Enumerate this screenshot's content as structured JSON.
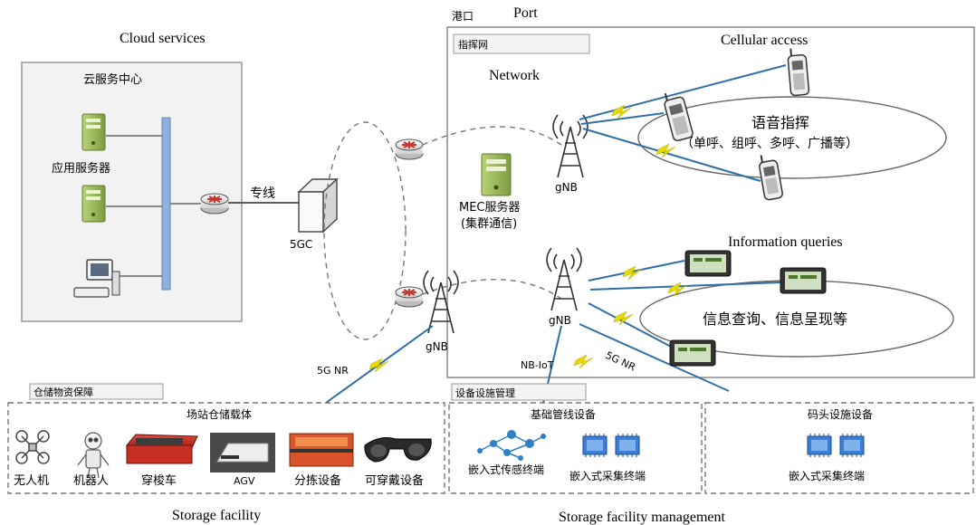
{
  "labels": {
    "port_cn": "港口",
    "port_en": "Port",
    "cloud_services": "Cloud services",
    "cloud_center_cn": "云服务中心",
    "app_server_cn": "应用服务器",
    "dedicated_line_cn": "专线",
    "core_5gc": "5GC",
    "command_network_cn": "指挥网",
    "network_en": "Network",
    "cellular_access_en": "Cellular access",
    "voice_command_cn": "语音指挥",
    "voice_command_detail_cn": "（单呼、组呼、多呼、广播等）",
    "mec_server_cn": "MEC服务器",
    "cluster_comm_cn": "(集群通信)",
    "gnb_upper": "gNB",
    "gnb_middle": "gNB",
    "gnb_lower": "gNB",
    "information_queries_en": "Information queries",
    "info_query_cn": "信息查询、信息呈现等",
    "nr_5g_left": "5G NR",
    "nr_5g_right": "5G NR",
    "nb_iot": "NB-IoT",
    "storage_guarantee_cn": "仓储物资保障",
    "facility_mgmt_cn": "设备设施管理",
    "station_storage_cn": "场站仓储载体",
    "pipeline_equipment_cn": "基础管线设备",
    "dock_equipment_cn": "码头设施设备",
    "drone_cn": "无人机",
    "robot_cn": "机器人",
    "shuttle_cn": "穿梭车",
    "agv": "AGV",
    "sorting_cn": "分拣设备",
    "wearable_cn": "可穿戴设备",
    "embedded_sensor_cn": "嵌入式传感终端",
    "embedded_collect_cn": "嵌入式采集终端",
    "embedded_collect2_cn": "嵌入式采集终端",
    "storage_facility_en": "Storage facility",
    "storage_facility_mgmt_en": "Storage facility management"
  },
  "icons": {
    "server": "server-icon",
    "router": "router-icon",
    "core": "core-network-icon",
    "tower": "cell-tower-icon",
    "phone": "handheld-radio-icon",
    "tablet": "tablet-terminal-icon",
    "computer": "computer-icon",
    "chip": "chip-icon",
    "sensor": "sensor-network-icon"
  },
  "colors": {
    "server_green": "#9bb85a",
    "bus_blue": "#8fb0da",
    "router_red": "#c0392b",
    "lightning": "#e8d800",
    "radio_line": "#2f6fa8",
    "chip_blue": "#3a7fd5",
    "sensor_blue": "#2f80c8",
    "dashed": "#777777"
  }
}
